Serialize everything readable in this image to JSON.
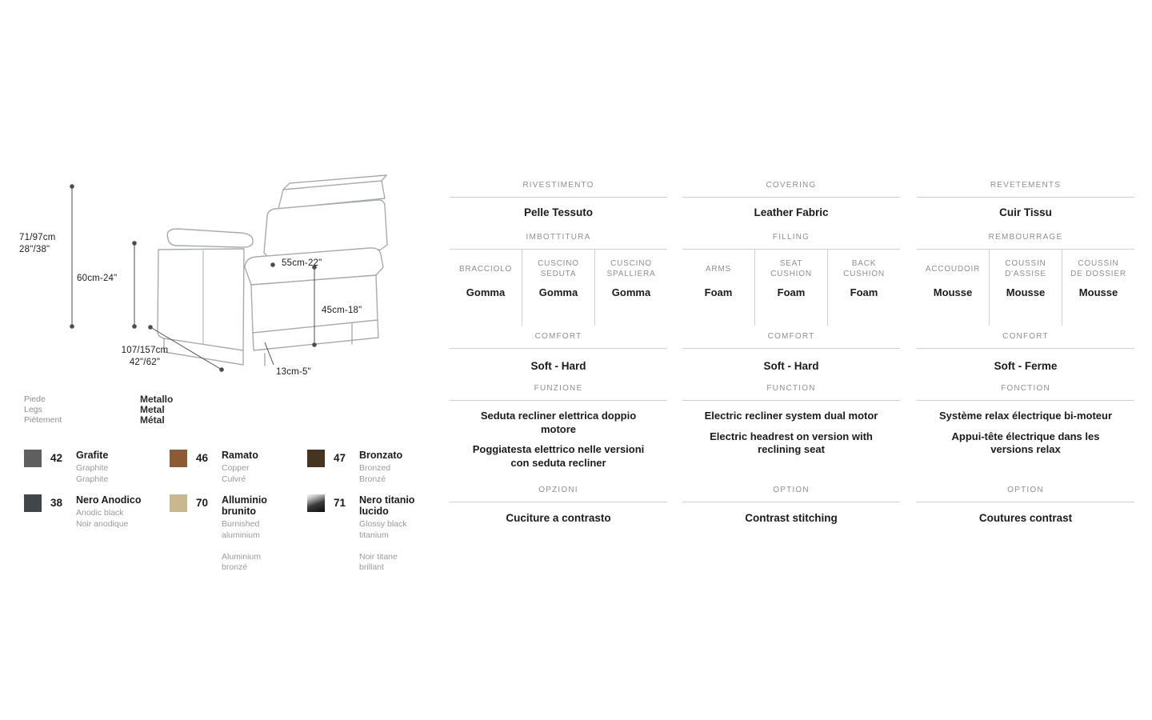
{
  "diagram": {
    "dim_total_height": "71/97cm\n28\"/38\"",
    "dim_back_height": "60cm-24\"",
    "dim_seat_depth": "55cm-22\"",
    "dim_seat_height": "45cm-18\"",
    "dim_total_depth": "107/157cm\n42\"/62\"",
    "dim_leg_height": "13cm-5\"",
    "legs_label": "Piede\nLegs\nPiètement",
    "legs_material": "Metallo\nMetal\nMétal"
  },
  "finishes": [
    {
      "code": "42",
      "name": "Grafite",
      "translations": "Graphite\nGraphite",
      "color": "#5c615f"
    },
    {
      "code": "46",
      "name": "Ramato",
      "translations": "Copper\nCulvré",
      "color": "#8c5a33"
    },
    {
      "code": "47",
      "name": "Bronzato",
      "translations": "Bronzed\nBronzé",
      "color": "#45351f"
    },
    {
      "code": "38",
      "name": "Nero Anodico",
      "translations": "Anodic black\nNoir anodique",
      "color": "#40464a"
    },
    {
      "code": "70",
      "name": "Alluminio\nbrunito",
      "translations": "Burnished\naluminium\n\nAluminium\nbronzé",
      "color": "#c9b78f"
    },
    {
      "code": "71",
      "name": "Nero titanio\nlucido",
      "translations": "Glossy black\ntitanium\n\nNoir titane\nbrillant",
      "color": "#141414"
    }
  ],
  "spec_columns": [
    {
      "covering_label": "RIVESTIMENTO",
      "covering_value": "Pelle Tessuto",
      "filling_label": "IMBOTTITURA",
      "filling_parts": [
        {
          "label": "BRACCIOLO",
          "value": "Gomma"
        },
        {
          "label": "CUSCINO\nSEDUTA",
          "value": "Gomma"
        },
        {
          "label": "CUSCINO\nSPALLIERA",
          "value": "Gomma"
        }
      ],
      "comfort_label": "COMFORT",
      "comfort_value": "Soft - Hard",
      "function_label": "FUNZIONE",
      "function_paragraphs": [
        "Seduta recliner elettrica doppio\nmotore",
        "Poggiatesta elettrico nelle versioni\ncon seduta recliner"
      ],
      "option_label": "OPZIONI",
      "option_value": "Cuciture a contrasto"
    },
    {
      "covering_label": "COVERING",
      "covering_value": "Leather Fabric",
      "filling_label": "FILLING",
      "filling_parts": [
        {
          "label": "ARMS",
          "value": "Foam"
        },
        {
          "label": "SEAT\nCUSHION",
          "value": "Foam"
        },
        {
          "label": "BACK\nCUSHION",
          "value": "Foam"
        }
      ],
      "comfort_label": "COMFORT",
      "comfort_value": "Soft - Hard",
      "function_label": "FUNCTION",
      "function_paragraphs": [
        "Electric recliner system dual motor",
        "Electric headrest on version with\nreclining seat"
      ],
      "option_label": "OPTION",
      "option_value": "Contrast stitching"
    },
    {
      "covering_label": "REVETEMENTS",
      "covering_value": "Cuir Tissu",
      "filling_label": "REMBOURRAGE",
      "filling_parts": [
        {
          "label": "ACCOUDOIR",
          "value": "Mousse"
        },
        {
          "label": "COUSSIN\nD'ASSISE",
          "value": "Mousse"
        },
        {
          "label": "COUSSIN\nDE DOSSIER",
          "value": "Mousse"
        }
      ],
      "comfort_label": "CONFORT",
      "comfort_value": "Soft - Ferme",
      "function_label": "FONCTION",
      "function_paragraphs": [
        "Système relax électrique bi-moteur",
        "Appui-tête électrique dans les\nversions relax"
      ],
      "option_label": "OPTION",
      "option_value": "Coutures contrast"
    }
  ]
}
